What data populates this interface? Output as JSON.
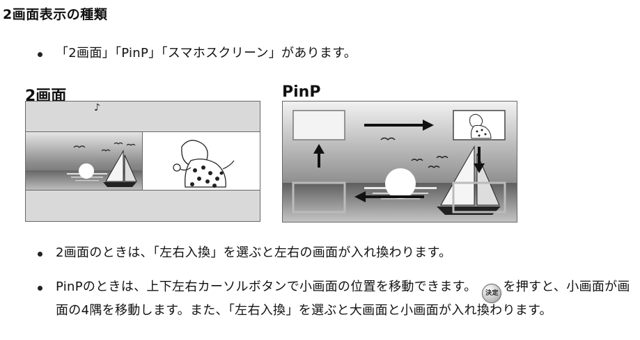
{
  "heading": "2画面表示の種類",
  "bullets": {
    "b1": "「2画面」「PinP」「スマホスクリーン」があります。",
    "b2": "2画面のときは、「左右入換」を選ぶと左右の画面が入れ換わります。",
    "b3_part1": "PinPのときは、上下左右カーソルボタンで小画面の位置を移動できます。",
    "b3_button": "決定",
    "b3_part2": "を押すと、小画面が画面の4隅を移動します。また、「左右入換」を選ぶと大画面と小画面が入れ換わります。"
  },
  "figures": {
    "dual_label": "2画面",
    "dual_note_icon": "music-note-icon",
    "pinp_label": "PinP"
  },
  "colors": {
    "frame": "#666666",
    "gray_band": "#d9d9d9",
    "arrow": "#111111"
  }
}
